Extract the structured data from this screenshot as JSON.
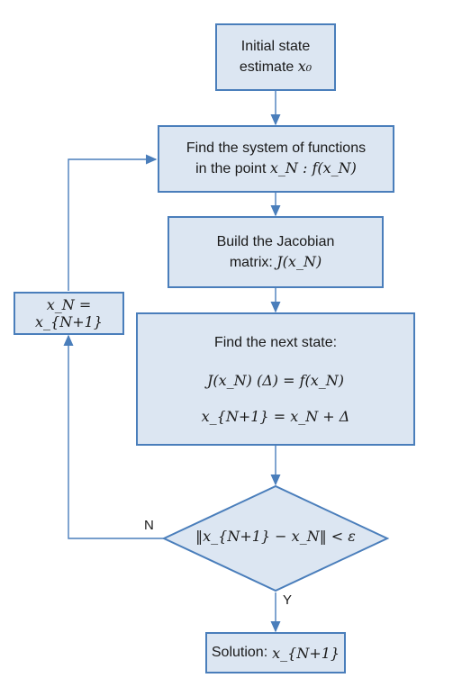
{
  "nodes": {
    "initial": {
      "line1": "Initial state",
      "line2": "estimate",
      "math": "x₀"
    },
    "find_functions": {
      "line1": "Find the system of functions",
      "line2": "in the point",
      "math": "x_N :  f(x_N)"
    },
    "jacobian": {
      "line1": "Build the Jacobian",
      "line2": "matrix:",
      "math": "J(x_N)"
    },
    "next_state": {
      "title": "Find the next state:",
      "eq1": "J(x_N) (Δ) = f(x_N)",
      "eq2": "x_{N+1} = x_N + Δ"
    },
    "update": {
      "math": "x_N = x_{N+1}"
    },
    "decision": {
      "math": "‖x_{N+1} − x_N‖ < ε"
    },
    "solution": {
      "label": "Solution:",
      "math": "x_{N+1}"
    }
  },
  "edges": {
    "no_label": "N",
    "yes_label": "Y"
  },
  "colors": {
    "fill": "#dce6f2",
    "stroke": "#4a7ebb",
    "arrow": "#4a7ebb"
  }
}
